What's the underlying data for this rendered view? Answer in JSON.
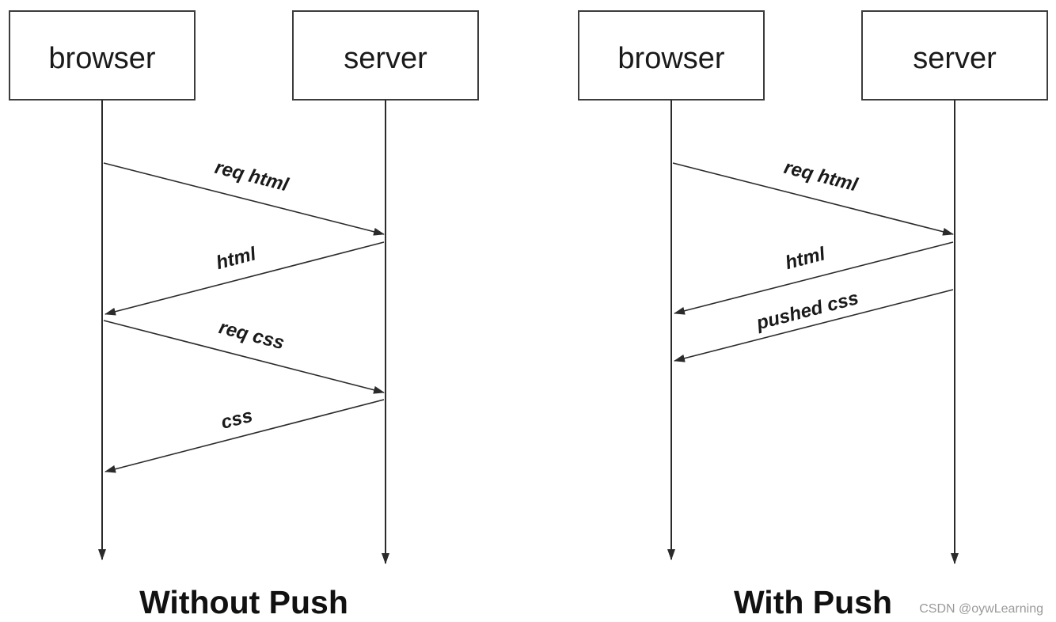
{
  "without_push": {
    "browser_label": "browser",
    "server_label": "server",
    "caption": "Without Push",
    "messages": [
      {
        "label": "req html",
        "from": "browser",
        "to": "server"
      },
      {
        "label": "html",
        "from": "server",
        "to": "browser"
      },
      {
        "label": "req css",
        "from": "browser",
        "to": "server"
      },
      {
        "label": "css",
        "from": "server",
        "to": "browser"
      }
    ]
  },
  "with_push": {
    "browser_label": "browser",
    "server_label": "server",
    "caption": "With Push",
    "messages": [
      {
        "label": "req html",
        "from": "browser",
        "to": "server"
      },
      {
        "label": "html",
        "from": "server",
        "to": "browser"
      },
      {
        "label": "pushed css",
        "from": "server",
        "to": "browser"
      }
    ]
  },
  "watermark": "CSDN @oywLearning"
}
